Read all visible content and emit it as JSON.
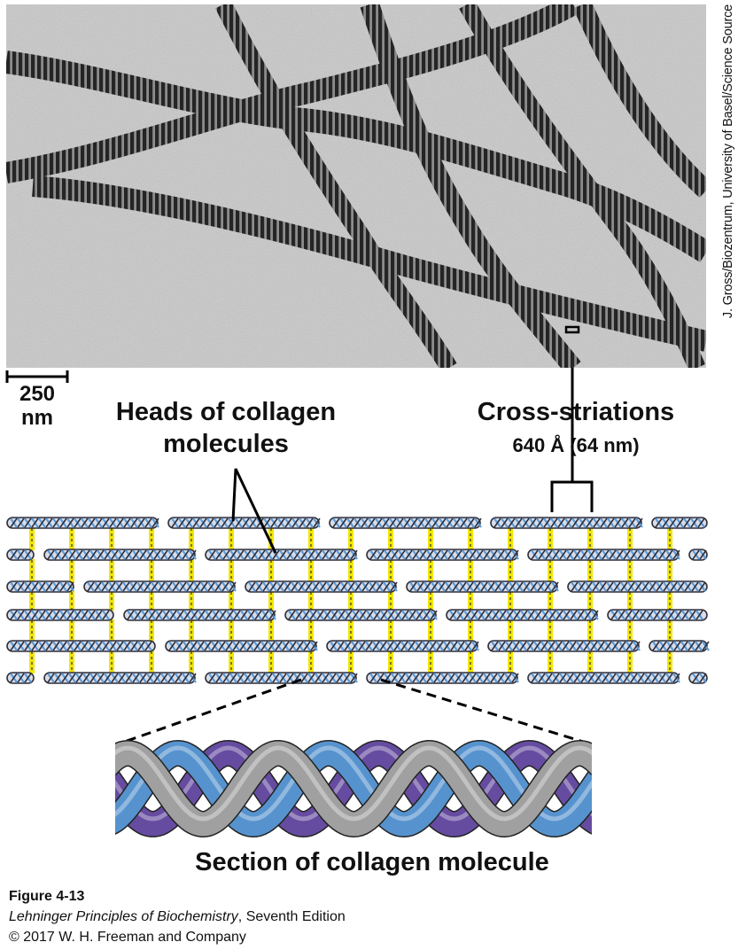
{
  "credit": "J. Gross/Biozentrum, University of Basel/Science Source",
  "scale_bar": {
    "value": "250",
    "unit": "nm"
  },
  "labels": {
    "heads_line1": "Heads of collagen",
    "heads_line2": "molecules",
    "cross_striations": "Cross-striations",
    "cross_measure": "640 Å (64 nm)",
    "section": "Section of collagen molecule"
  },
  "figure": {
    "number": "Figure 4-13",
    "book_title": "Lehninger Principles of Biochemistry",
    "edition": ", Seventh Edition",
    "copyright": "© 2017 W. H. Freeman and Company"
  },
  "colors": {
    "crosslink_yellow": "#f2e600",
    "fiber_dark": "#2f2f3a",
    "helix_purple": "#6a4fa8",
    "helix_blue": "#5a9ad8",
    "helix_gray": "#a8a8a8"
  }
}
